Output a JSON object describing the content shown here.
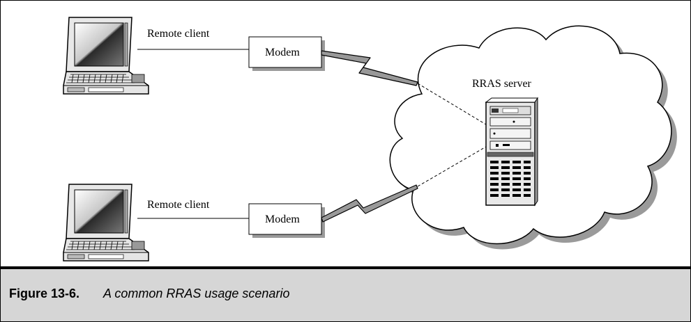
{
  "diagram": {
    "clients": [
      {
        "label": "Remote client",
        "modem_label": "Modem"
      },
      {
        "label": "Remote client",
        "modem_label": "Modem"
      }
    ],
    "server_label": "RRAS server"
  },
  "caption": {
    "number": "Figure 13-6.",
    "text": "A common RRAS usage scenario"
  },
  "icons": [
    "laptop-icon",
    "laptop-icon",
    "modem-box",
    "modem-box",
    "cloud-shape",
    "lightning-link-icon",
    "server-tower-icon"
  ]
}
